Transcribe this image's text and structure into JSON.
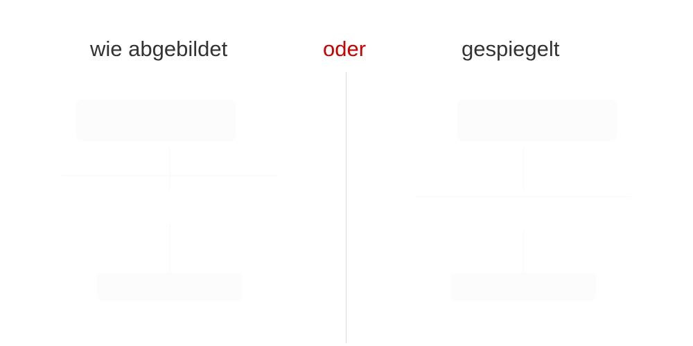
{
  "labels": {
    "as_shown": "wie abgebildet",
    "or": "oder",
    "mirrored": "gespiegelt"
  },
  "colors": {
    "text": "#333333",
    "accent": "#cc0000",
    "divider": "#dddddd",
    "background": "#ffffff"
  }
}
